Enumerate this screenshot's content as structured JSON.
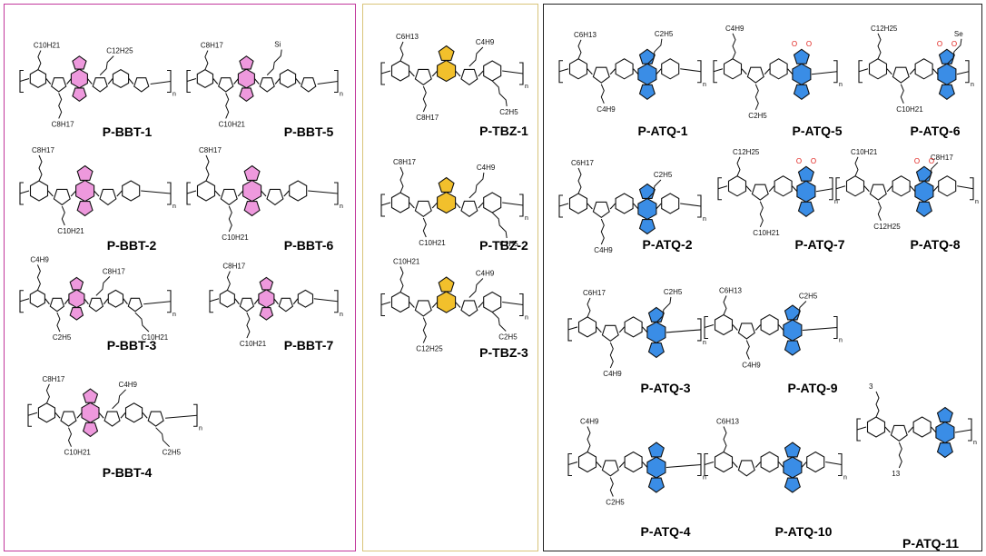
{
  "colors": {
    "bbt": "#ee99dd",
    "tbz": "#f2c02c",
    "atq": "#3a8de6",
    "ester": "#e0201c",
    "bbt_border": "#c2389c",
    "tbz_border": "#d9c47a",
    "atq_border": "#222222"
  },
  "panels": [
    {
      "id": "bbt",
      "molecules": [
        {
          "label": "P-BBT-1",
          "groups": [
            "C10H21",
            "C8H17",
            "C12H25"
          ]
        },
        {
          "label": "P-BBT-5",
          "groups": [
            "C8H17",
            "C10H21",
            "Si"
          ]
        },
        {
          "label": "P-BBT-2",
          "groups": [
            "C8H17",
            "C10H21"
          ]
        },
        {
          "label": "P-BBT-6",
          "groups": [
            "C8H17",
            "C10H21"
          ]
        },
        {
          "label": "P-BBT-3",
          "groups": [
            "C4H9",
            "C2H5",
            "C8H17",
            "C10H21"
          ]
        },
        {
          "label": "P-BBT-7",
          "groups": [
            "C8H17",
            "C10H21"
          ]
        },
        {
          "label": "P-BBT-4",
          "groups": [
            "C8H17",
            "C10H21",
            "C4H9",
            "C2H5"
          ]
        }
      ]
    },
    {
      "id": "tbz",
      "molecules": [
        {
          "label": "P-TBZ-1",
          "groups": [
            "C6H13",
            "C8H17",
            "C4H9",
            "C2H5"
          ]
        },
        {
          "label": "P-TBZ-2",
          "groups": [
            "C8H17",
            "C10H21",
            "C4H9",
            "C2H5"
          ]
        },
        {
          "label": "P-TBZ-3",
          "groups": [
            "C10H21",
            "C12H25",
            "C4H9",
            "C2H5"
          ]
        }
      ]
    },
    {
      "id": "atq",
      "molecules": [
        {
          "label": "P-ATQ-1",
          "groups": [
            "C6H13",
            "C4H9",
            "C2H5"
          ]
        },
        {
          "label": "P-ATQ-5",
          "groups": [
            "C4H9",
            "C2H5"
          ]
        },
        {
          "label": "P-ATQ-6",
          "groups": [
            "C12H25",
            "C10H21",
            "Se"
          ]
        },
        {
          "label": "P-ATQ-2",
          "groups": [
            "C6H17",
            "C4H9",
            "C2H5"
          ]
        },
        {
          "label": "P-ATQ-7",
          "groups": [
            "C12H25",
            "C10H21"
          ]
        },
        {
          "label": "P-ATQ-8",
          "groups": [
            "C10H21",
            "C12H25",
            "C8H17"
          ]
        },
        {
          "label": "P-ATQ-3",
          "groups": [
            "C6H17",
            "C4H9",
            "C2H5"
          ]
        },
        {
          "label": "P-ATQ-9",
          "groups": [
            "C6H13",
            "C4H9",
            "C2H5"
          ]
        },
        {
          "label": "P-ATQ-11",
          "groups": [
            "3",
            "13"
          ]
        },
        {
          "label": "P-ATQ-4",
          "groups": [
            "C4H9",
            "C2H5"
          ]
        },
        {
          "label": "P-ATQ-10",
          "groups": [
            "C6H13"
          ]
        }
      ]
    }
  ]
}
